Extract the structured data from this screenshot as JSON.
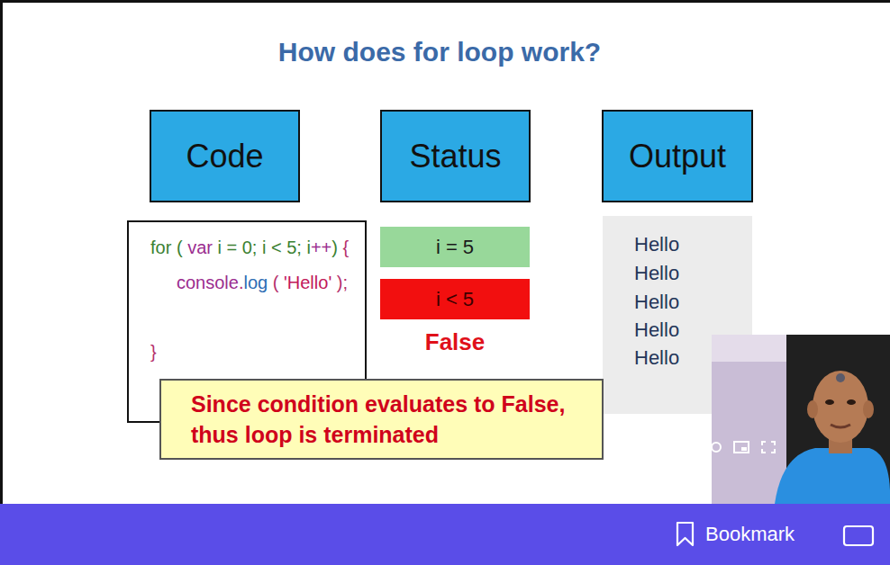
{
  "diagram": {
    "title": "How does for loop work?",
    "nodes": [
      {
        "text": [
          "Code"
        ]
      },
      {
        "text": [
          "Status"
        ]
      },
      {
        "text": [
          "Output"
        ]
      },
      {
        "text": [
          "for ( var i = 0; i < 5; i++) {",
          "console.log ( 'Hello' );",
          "}"
        ]
      },
      {
        "text": [
          "i = 5"
        ]
      },
      {
        "text": [
          "i < 5"
        ]
      },
      {
        "text": [
          "Hello",
          "Hello",
          "Hello",
          "Hello",
          "Hello"
        ]
      },
      {
        "text": [
          "Since condition evaluates to False, thus loop is terminated"
        ]
      },
      {
        "text": [
          "Bookmark"
        ]
      }
    ],
    "labels": [
      "False"
    ]
  }
}
